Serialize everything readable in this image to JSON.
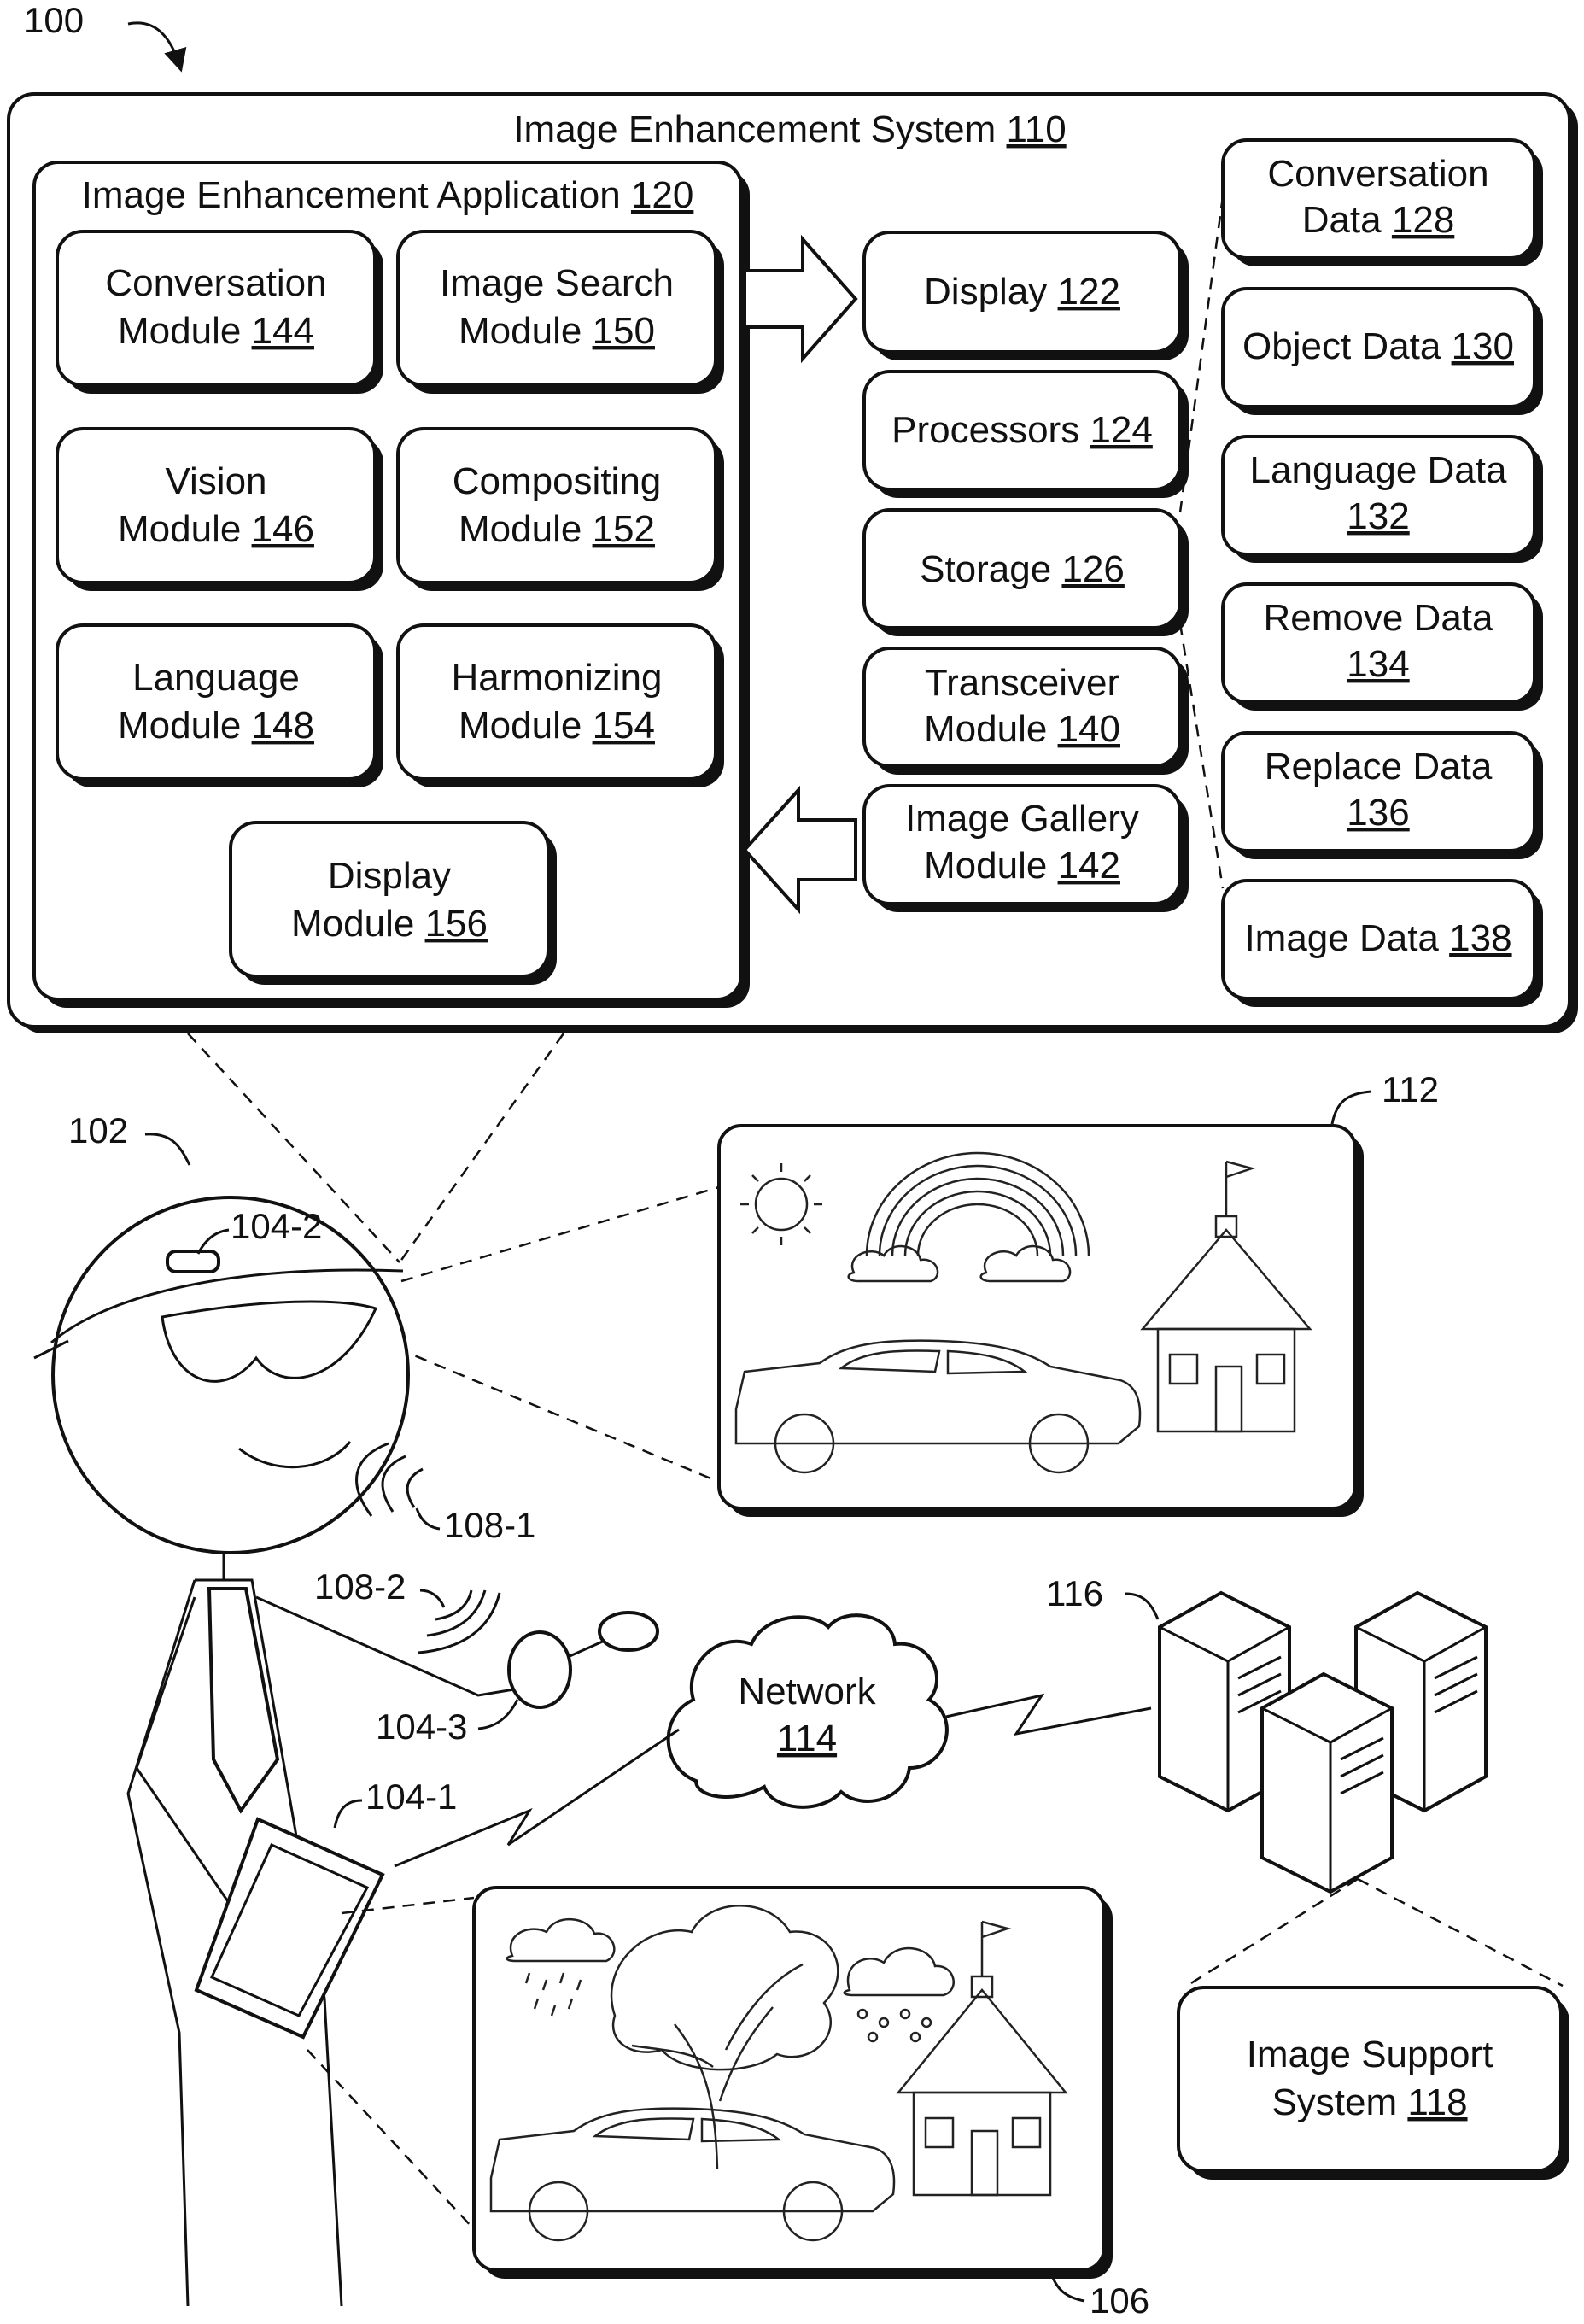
{
  "figure": {
    "number": "100",
    "system": {
      "name": "Image Enhancement System",
      "ref": "110"
    },
    "application": {
      "name": "Image Enhancement Application",
      "ref": "120"
    },
    "modules": [
      {
        "line1": "Conversation",
        "line2": "Module",
        "ref": "144"
      },
      {
        "line1": "Image Search",
        "line2": "Module",
        "ref": "150"
      },
      {
        "line1": "Vision",
        "line2": "Module",
        "ref": "146"
      },
      {
        "line1": "Compositing",
        "line2": "Module",
        "ref": "152"
      },
      {
        "line1": "Language",
        "line2": "Module",
        "ref": "148"
      },
      {
        "line1": "Harmonizing",
        "line2": "Module",
        "ref": "154"
      },
      {
        "line1": "Display",
        "line2": "Module",
        "ref": "156"
      }
    ],
    "components": [
      {
        "line1": "",
        "line2": "Display",
        "ref": "122"
      },
      {
        "line1": "",
        "line2": "Processors",
        "ref": "124"
      },
      {
        "line1": "",
        "line2": "Storage",
        "ref": "126"
      },
      {
        "line1": "Transceiver",
        "line2": "Module",
        "ref": "140"
      },
      {
        "line1": "Image Gallery",
        "line2": "Module",
        "ref": "142"
      }
    ],
    "data_items": [
      {
        "line1": "Conversation",
        "line2": "Data",
        "ref": "128"
      },
      {
        "line1": "",
        "line2": "Object Data",
        "ref": "130"
      },
      {
        "line1": "Language Data",
        "line2": "",
        "ref": "132"
      },
      {
        "line1": "Remove Data",
        "line2": "",
        "ref": "134"
      },
      {
        "line1": "Replace Data",
        "line2": "",
        "ref": "136"
      },
      {
        "line1": "",
        "line2": "Image Data",
        "ref": "138"
      }
    ],
    "user_ref": "102",
    "glasses_ref": "104-2",
    "phone_ref": "104-1",
    "ring_ref": "104-3",
    "sound1_ref": "108-1",
    "sound2_ref": "108-2",
    "network": {
      "name": "Network",
      "ref": "114"
    },
    "servers_ref": "116",
    "support": {
      "line1": "Image Support",
      "line2": "System",
      "ref": "118"
    },
    "enhanced_image_ref": "112",
    "original_image_ref": "106"
  }
}
